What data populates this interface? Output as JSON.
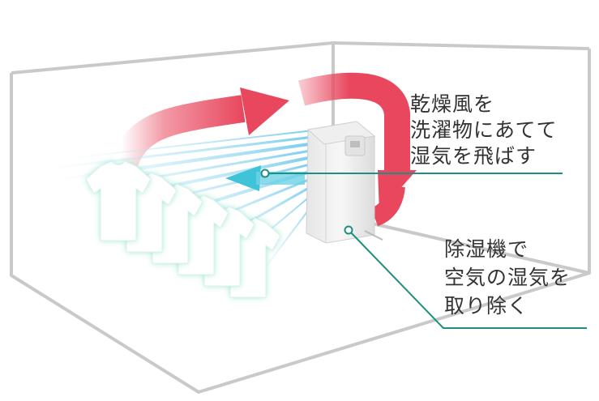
{
  "callouts": {
    "drying_air": {
      "lines": [
        "乾燥風を",
        "洗濯物にあてて",
        "湿気を飛ばす"
      ]
    },
    "dehumidifier": {
      "lines": [
        "除湿機で",
        "空気の湿気を",
        "取り除く"
      ]
    }
  },
  "colors": {
    "wall_line": "#c9c9c9",
    "airflow_arrow": "#e8475e",
    "breeze": "#8fd6ee",
    "shirt_glow": "#7ee0c9",
    "leader_line": "#1e8f80",
    "text": "#333333"
  },
  "shirts": {
    "count": 6
  }
}
